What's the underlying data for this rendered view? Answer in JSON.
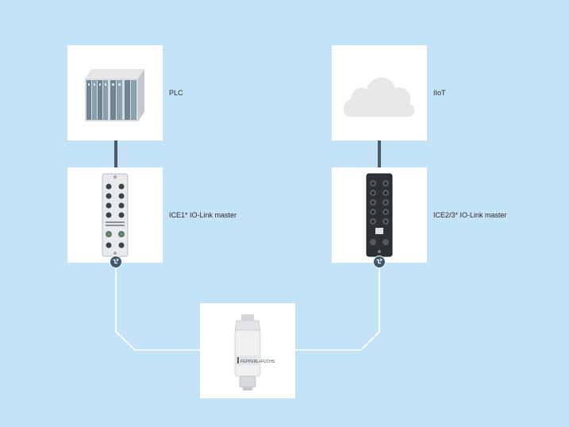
{
  "nodes": {
    "plc": {
      "label": "PLC"
    },
    "iiot": {
      "label": "IIoT"
    },
    "ice1": {
      "label": "ICE1* IO-Link master"
    },
    "ice23": {
      "label": "ICE2/3* IO-Link master"
    },
    "sensor": {
      "brand_text": "PEPPERL+FUCHS"
    }
  },
  "icons": {
    "plc_image": "plc-rack-icon",
    "iiot_image": "cloud-icon",
    "ice1_image": "io-link-master-light-icon",
    "ice23_image": "io-link-master-dark-icon",
    "sensor_image": "pressure-sensor-icon",
    "io_link_symbol": "io-link-icon"
  },
  "colors": {
    "background": "#c5e3f6",
    "box": "#ffffff",
    "connector": "#4f5a66",
    "io_link_badge": "#3e5870",
    "wire": "#ffffff"
  }
}
